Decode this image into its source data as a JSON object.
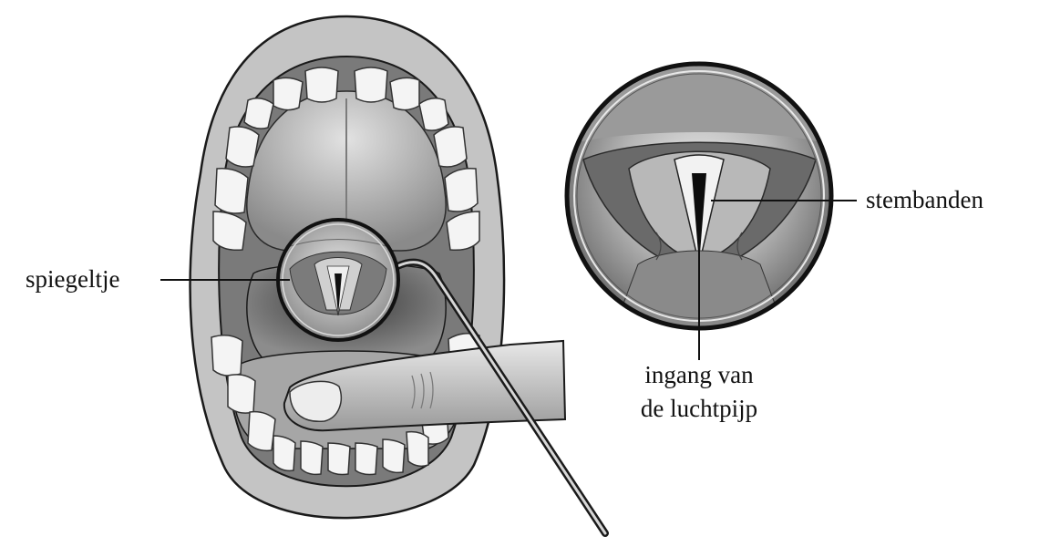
{
  "labels": {
    "mirror": "spiegeltje",
    "vocal_cords": "stembanden",
    "trachea_line1": "ingang van",
    "trachea_line2": "de luchtpijp"
  },
  "colors": {
    "outline": "#1a1a1a",
    "lip": "#bdbdbd",
    "palate": "#9e9e9e",
    "throat": "#5a5a5a",
    "tooth": "#f4f4f4",
    "tongue": "#a6a6a6",
    "finger": "#d2d2d2"
  }
}
